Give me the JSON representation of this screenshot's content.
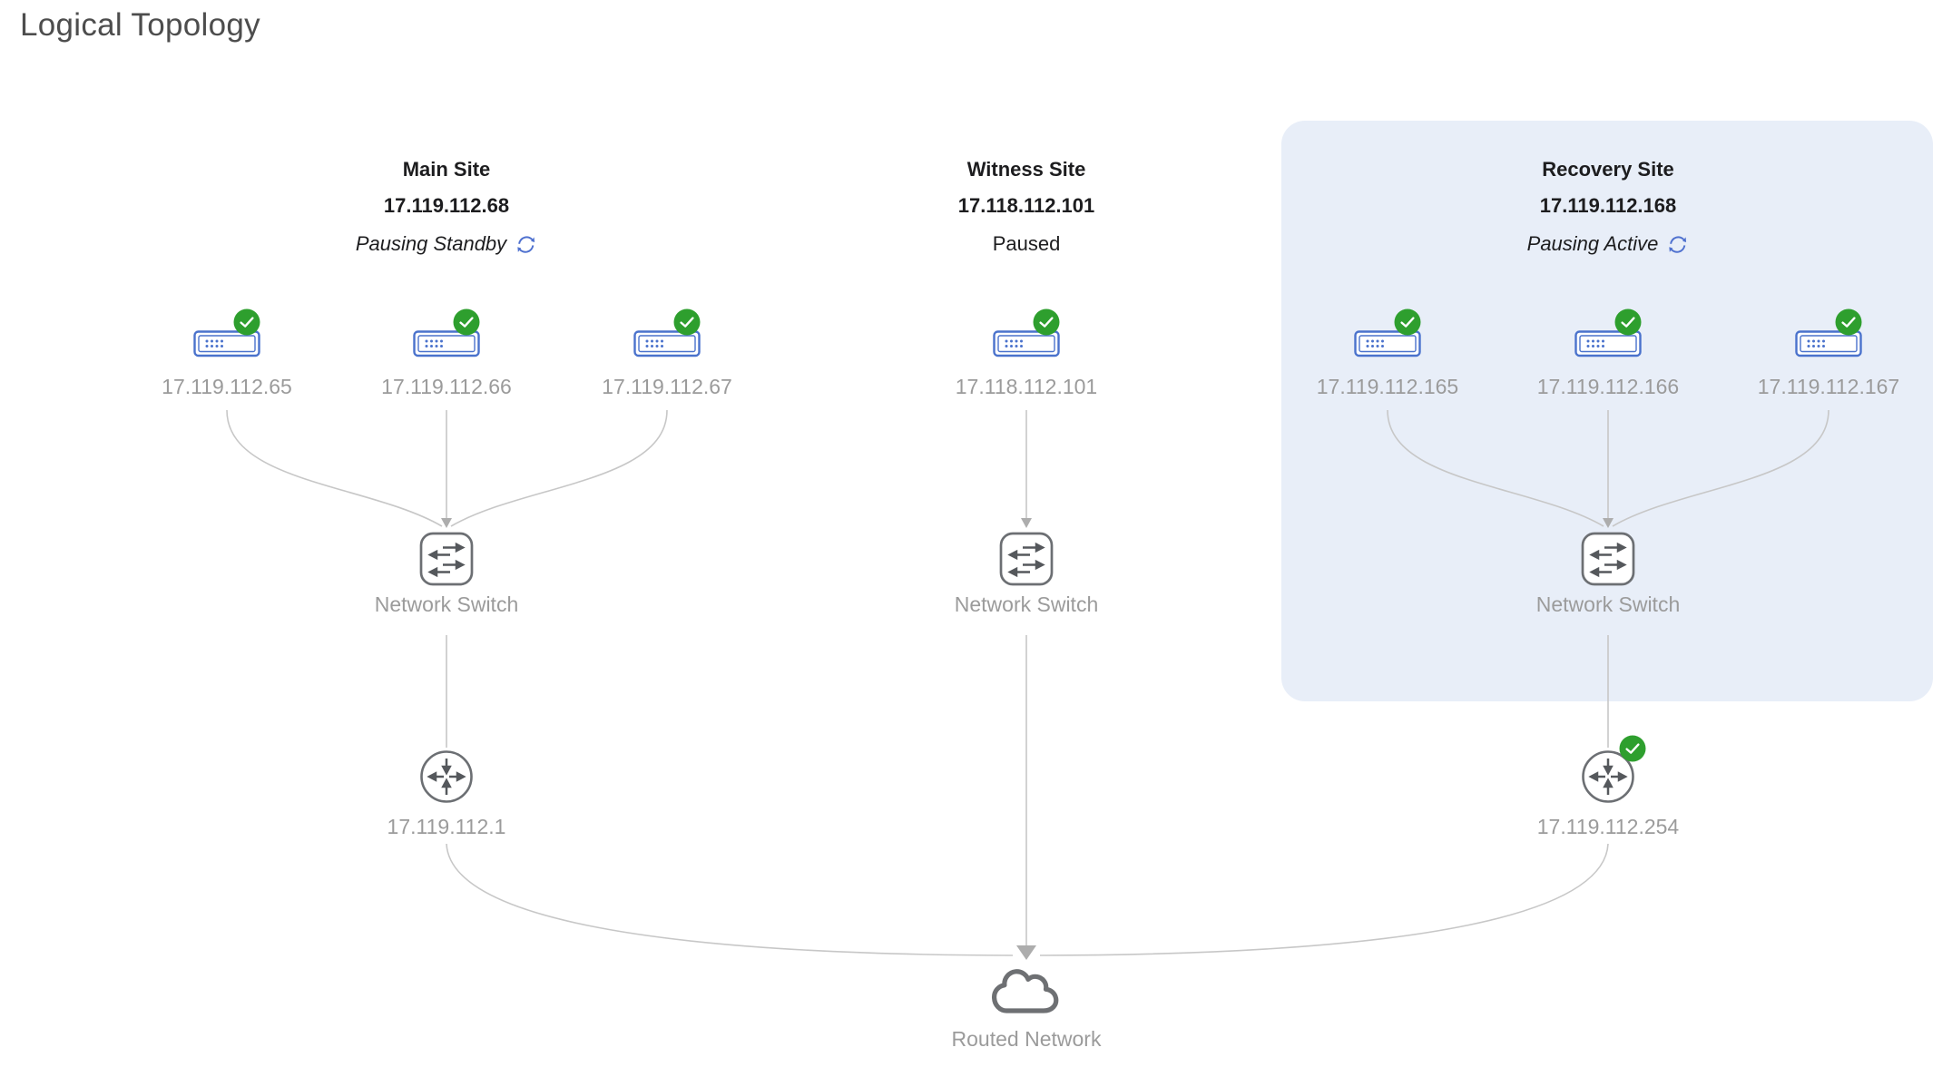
{
  "title": "Logical Topology",
  "sites": [
    {
      "name": "Main Site",
      "ip": "17.119.112.68",
      "status": "Pausing Standby",
      "status_syncing": true,
      "highlighted": false,
      "servers": [
        {
          "ip": "17.119.112.65",
          "status_ok": true
        },
        {
          "ip": "17.119.112.66",
          "status_ok": true
        },
        {
          "ip": "17.119.112.67",
          "status_ok": true
        }
      ],
      "switch_label": "Network Switch"
    },
    {
      "name": "Witness Site",
      "ip": "17.118.112.101",
      "status": "Paused",
      "status_syncing": false,
      "highlighted": false,
      "servers": [
        {
          "ip": "17.118.112.101",
          "status_ok": true
        }
      ],
      "switch_label": "Network Switch"
    },
    {
      "name": "Recovery Site",
      "ip": "17.119.112.168",
      "status": "Pausing Active",
      "status_syncing": true,
      "highlighted": true,
      "servers": [
        {
          "ip": "17.119.112.165",
          "status_ok": true
        },
        {
          "ip": "17.119.112.166",
          "status_ok": true
        },
        {
          "ip": "17.119.112.167",
          "status_ok": true
        }
      ],
      "switch_label": "Network Switch"
    }
  ],
  "routers": [
    {
      "ip": "17.119.112.1",
      "status_ok": false
    },
    {
      "ip": "17.119.112.254",
      "status_ok": true
    }
  ],
  "cloud_label": "Routed Network",
  "icons": {
    "server": "server-icon",
    "switch": "network-switch-icon",
    "router": "router-icon",
    "cloud": "cloud-icon",
    "ok_badge": "check-badge-icon",
    "sync": "sync-refresh-icon"
  },
  "colors": {
    "server_blue": "#4a72cc",
    "status_green": "#2e9f2e",
    "highlight_panel": "#e8eef8",
    "connector_gray": "#c7c7c7",
    "label_gray": "#9b9b9b",
    "dark_text": "#1d1d1f",
    "icon_gray": "#6c6f73",
    "sync_blue": "#4f71cf"
  }
}
